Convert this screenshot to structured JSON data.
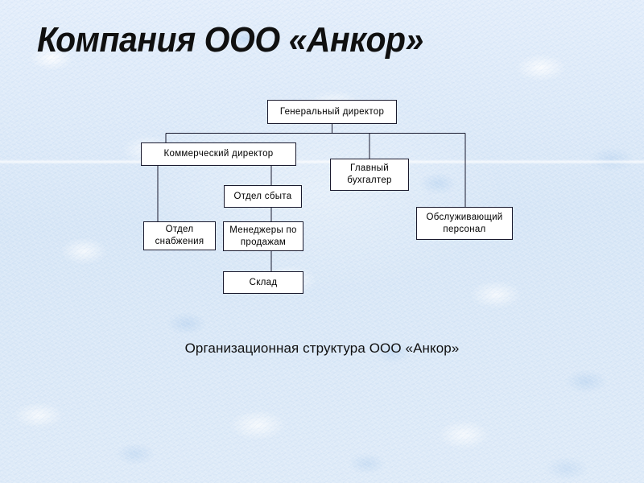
{
  "slide": {
    "title": "Компания ООО «Анкор»",
    "caption": "Организационная структура ООО «Анкор»",
    "background_color": "#dce9f7",
    "text_color": "#101010",
    "box_fill": "#ffffff",
    "box_border": "#1a1a2e"
  },
  "org_chart": {
    "nodes": {
      "general_director": "Генеральный директор",
      "commercial_director": "Коммерческий директор",
      "sales_department": "Отдел сбыта",
      "supply_department": "Отдел снабжения",
      "sales_managers": "Менеджеры по продажам",
      "warehouse": "Склад",
      "chief_accountant": "Главный бухгалтер",
      "service_staff": "Обслуживающий персонал"
    },
    "edges": [
      {
        "from": "general_director",
        "to": "commercial_director"
      },
      {
        "from": "general_director",
        "to": "chief_accountant"
      },
      {
        "from": "general_director",
        "to": "service_staff"
      },
      {
        "from": "commercial_director",
        "to": "supply_department"
      },
      {
        "from": "commercial_director",
        "to": "sales_department"
      },
      {
        "from": "sales_department",
        "to": "sales_managers"
      },
      {
        "from": "sales_managers",
        "to": "warehouse"
      }
    ]
  }
}
